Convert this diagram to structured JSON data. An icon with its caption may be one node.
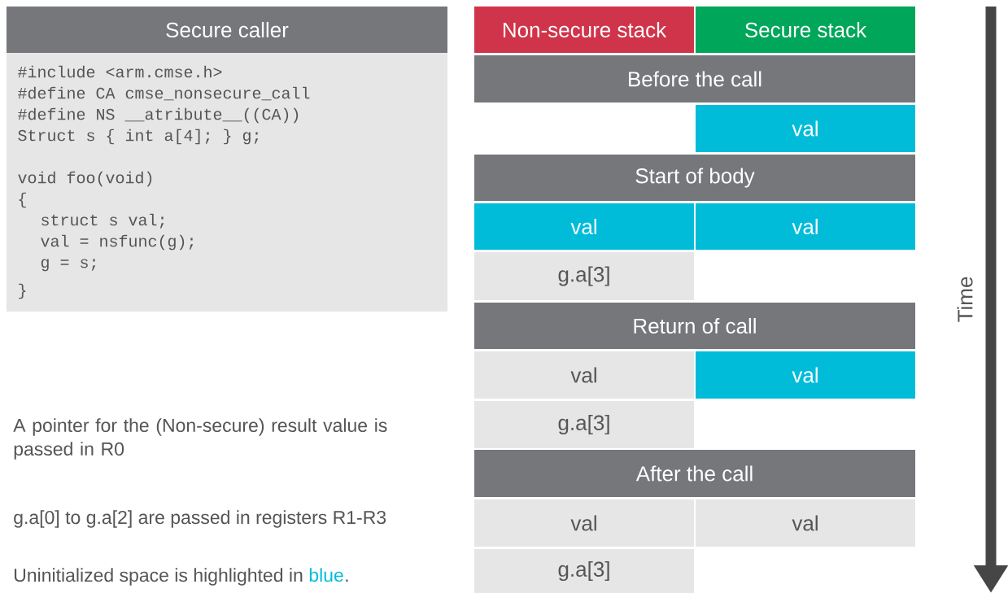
{
  "diagram": {
    "nodes": [
      {
        "text": [
          "Secure caller"
        ]
      },
      {
        "text": [
          "#include <arm.cmse.h>",
          "#define CA cmse_nonsecure_call",
          "#define NS __atribute__((CA))",
          "Struct s { int a[4]; } g;",
          "void foo(void)",
          "{",
          "  struct s val;",
          "  val = nsfunc(g);",
          "  g = s;",
          "}"
        ]
      },
      {
        "text": [
          "Non-secure stack"
        ]
      },
      {
        "text": [
          "Secure stack"
        ]
      },
      {
        "text": [
          "Before the call"
        ]
      },
      {
        "text": [
          "val"
        ]
      },
      {
        "text": [
          "Start of body"
        ]
      },
      {
        "text": [
          "val"
        ]
      },
      {
        "text": [
          "val"
        ]
      },
      {
        "text": [
          "g.a[3]"
        ]
      },
      {
        "text": [
          "Return of call"
        ]
      },
      {
        "text": [
          "val"
        ]
      },
      {
        "text": [
          "val"
        ]
      },
      {
        "text": [
          "g.a[3]"
        ]
      },
      {
        "text": [
          "After the call"
        ]
      },
      {
        "text": [
          "val"
        ]
      },
      {
        "text": [
          "val"
        ]
      },
      {
        "text": [
          "g.a[3]"
        ]
      }
    ],
    "labels": [
      "A pointer for the (Non-secure) result value is passed in R0",
      "g.a[0] to g.a[2] are passed in registers R1-R3",
      "Uninitialized space is highlighted in",
      "blue",
      ".",
      "Time"
    ]
  }
}
